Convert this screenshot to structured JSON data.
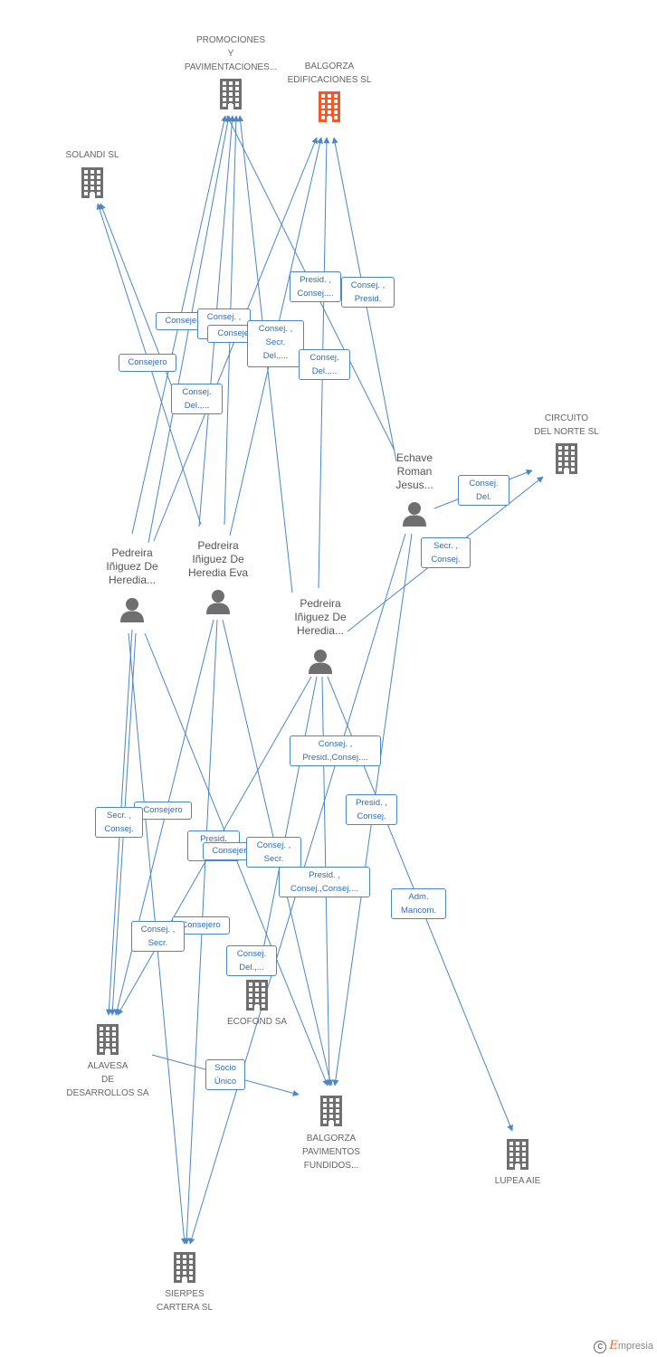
{
  "colors": {
    "edge": "#4a86c8",
    "building": "#6f6f6f",
    "building_highlight": "#f05a28",
    "person": "#6f6f6f"
  },
  "nodes": {
    "promociones": {
      "label": "PROMOCIONES\nY\nPAVIMENTACIONES...",
      "icon": "building-icon"
    },
    "balgorza_edif": {
      "label": "BALGORZA\nEDIFICACIONES SL",
      "icon": "building-icon",
      "highlight": true
    },
    "solandi": {
      "label": "SOLANDI SL",
      "icon": "building-icon"
    },
    "circuito": {
      "label": "CIRCUITO\nDEL NORTE SL",
      "icon": "building-icon"
    },
    "echave": {
      "label": "Echave\nRoman\nJesus...",
      "icon": "person-icon"
    },
    "pedreira1": {
      "label": "Pedreira\nIñiguez De\nHeredia...",
      "icon": "person-icon"
    },
    "pedreira_eva": {
      "label": "Pedreira\nIñiguez De\nHeredia Eva",
      "icon": "person-icon"
    },
    "pedreira3": {
      "label": "Pedreira\nIñiguez De\nHeredia...",
      "icon": "person-icon"
    },
    "ecofond": {
      "label": "ECOFOND SA",
      "icon": "building-icon"
    },
    "alavesa": {
      "label": "ALAVESA\nDE\nDESARROLLOS SA",
      "icon": "building-icon"
    },
    "balgorza_pav": {
      "label": "BALGORZA\nPAVIMENTOS\nFUNDIDOS...",
      "icon": "building-icon"
    },
    "lupea": {
      "label": "LUPEA AIE",
      "icon": "building-icon"
    },
    "sierpes": {
      "label": "SIERPES\nCARTERA SL",
      "icon": "building-icon"
    }
  },
  "relations": [
    {
      "label": "Presid. ,\nConsej...."
    },
    {
      "label": "Consej. ,\nPresid."
    },
    {
      "label": "Consejero"
    },
    {
      "label": "Consej. ,\n..."
    },
    {
      "label": "Consejero"
    },
    {
      "label": "Consej. ,\nSecr.\nDel.,..."
    },
    {
      "label": "Consejero"
    },
    {
      "label": "Consej.\nDel.,..."
    },
    {
      "label": "Consej.\nDel.,..."
    },
    {
      "label": "Consej.\nDel."
    },
    {
      "label": "Secr. ,\nConsej."
    },
    {
      "label": "Consej. ,\nPresid.,Consej...."
    },
    {
      "label": "Presid. ,\nConsej."
    },
    {
      "label": "Consejero"
    },
    {
      "label": "Secr. ,\nConsej."
    },
    {
      "label": "Presid.\nC..."
    },
    {
      "label": "Consejero"
    },
    {
      "label": "Consej. ,\nSecr."
    },
    {
      "label": "Presid. ,\nConsej.,Consej...."
    },
    {
      "label": "Adm.\nMancom."
    },
    {
      "label": "Consejero"
    },
    {
      "label": "Consej. ,\nSecr."
    },
    {
      "label": "Consej.\nDel.,..."
    },
    {
      "label": "Socio\nÚnico"
    }
  ],
  "brand": {
    "name": "mpresia",
    "initial": "E",
    "copyright": "C"
  }
}
